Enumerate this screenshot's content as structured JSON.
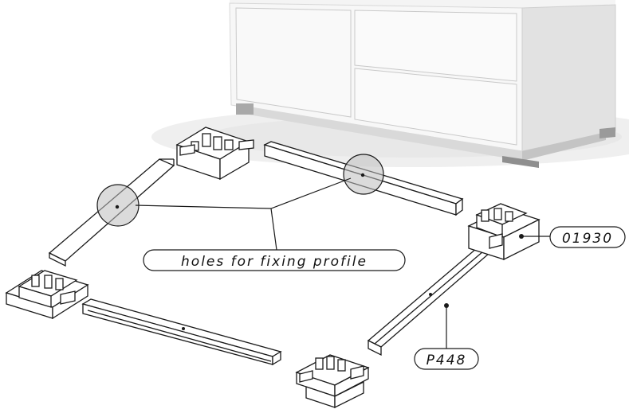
{
  "diagram": {
    "callouts": [
      {
        "id": "holes",
        "text": "holes for fixing profile"
      },
      {
        "id": "part-01930",
        "text": "01930"
      },
      {
        "id": "part-p448",
        "text": "P448"
      }
    ]
  }
}
